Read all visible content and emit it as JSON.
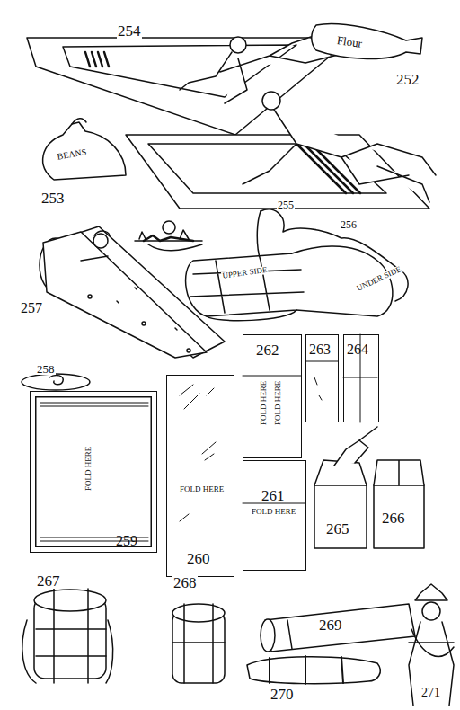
{
  "diagram": {
    "nodes": [
      {
        "text": [
          "262",
          "FOLD HERE",
          "FOLD HERE"
        ]
      },
      {
        "text": [
          "263"
        ]
      },
      {
        "text": [
          "264"
        ]
      },
      {
        "text": [
          "FOLD HERE",
          "259"
        ]
      },
      {
        "text": [
          "FOLD HERE",
          "260"
        ]
      },
      {
        "text": [
          "261",
          "FOLD HERE"
        ]
      }
    ],
    "labels": [
      "254",
      "Flour",
      "252",
      "253",
      "BEANS",
      "255",
      "256",
      "UPPER SIDE",
      "UNDER SIDE",
      "257",
      "258",
      "265",
      "266",
      "267",
      "268",
      "269",
      "270",
      "271"
    ]
  }
}
